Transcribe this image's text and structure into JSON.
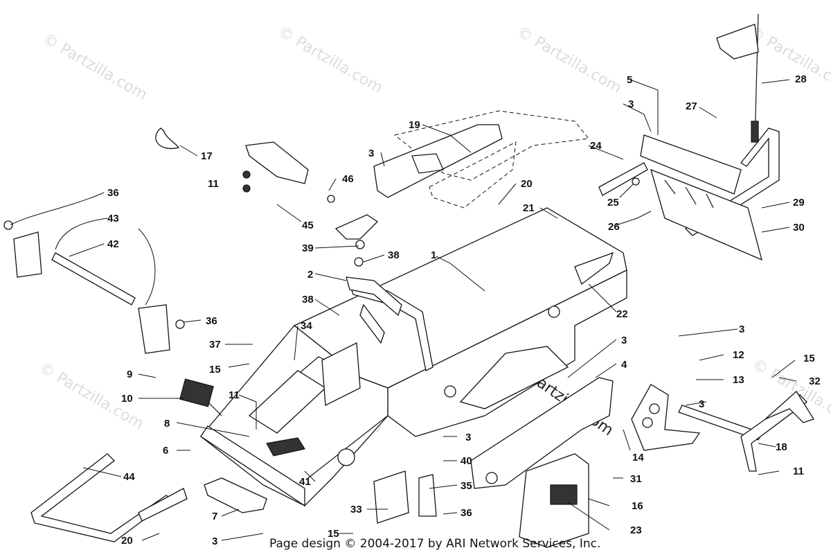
{
  "watermark": "© Partzilla.com",
  "center_watermark": "© Partzilla.com",
  "footer": "Page design © 2004-2017 by ARI Network Services, Inc.",
  "callouts": [
    {
      "id": "c1",
      "label": "1"
    },
    {
      "id": "c2",
      "label": "2"
    },
    {
      "id": "c3a",
      "label": "3"
    },
    {
      "id": "c3b",
      "label": "3"
    },
    {
      "id": "c3c",
      "label": "3"
    },
    {
      "id": "c3d",
      "label": "3"
    },
    {
      "id": "c3e",
      "label": "3"
    },
    {
      "id": "c3f",
      "label": "3"
    },
    {
      "id": "c3g",
      "label": "3"
    },
    {
      "id": "c4",
      "label": "4"
    },
    {
      "id": "c5",
      "label": "5"
    },
    {
      "id": "c6",
      "label": "6"
    },
    {
      "id": "c7",
      "label": "7"
    },
    {
      "id": "c8",
      "label": "8"
    },
    {
      "id": "c9",
      "label": "9"
    },
    {
      "id": "c10",
      "label": "10"
    },
    {
      "id": "c11a",
      "label": "11"
    },
    {
      "id": "c11b",
      "label": "11"
    },
    {
      "id": "c11c",
      "label": "11"
    },
    {
      "id": "c12",
      "label": "12"
    },
    {
      "id": "c13",
      "label": "13"
    },
    {
      "id": "c14",
      "label": "14"
    },
    {
      "id": "c15a",
      "label": "15"
    },
    {
      "id": "c15b",
      "label": "15"
    },
    {
      "id": "c15c",
      "label": "15"
    },
    {
      "id": "c16",
      "label": "16"
    },
    {
      "id": "c17",
      "label": "17"
    },
    {
      "id": "c18",
      "label": "18"
    },
    {
      "id": "c19",
      "label": "19"
    },
    {
      "id": "c20a",
      "label": "20"
    },
    {
      "id": "c20b",
      "label": "20"
    },
    {
      "id": "c21",
      "label": "21"
    },
    {
      "id": "c22",
      "label": "22"
    },
    {
      "id": "c23",
      "label": "23"
    },
    {
      "id": "c24",
      "label": "24"
    },
    {
      "id": "c25",
      "label": "25"
    },
    {
      "id": "c26",
      "label": "26"
    },
    {
      "id": "c27",
      "label": "27"
    },
    {
      "id": "c28",
      "label": "28"
    },
    {
      "id": "c29",
      "label": "29"
    },
    {
      "id": "c30",
      "label": "30"
    },
    {
      "id": "c31",
      "label": "31"
    },
    {
      "id": "c32",
      "label": "32"
    },
    {
      "id": "c33",
      "label": "33"
    },
    {
      "id": "c34",
      "label": "34"
    },
    {
      "id": "c35",
      "label": "35"
    },
    {
      "id": "c36a",
      "label": "36"
    },
    {
      "id": "c36b",
      "label": "36"
    },
    {
      "id": "c36c",
      "label": "36"
    },
    {
      "id": "c37",
      "label": "37"
    },
    {
      "id": "c38a",
      "label": "38"
    },
    {
      "id": "c38b",
      "label": "38"
    },
    {
      "id": "c39",
      "label": "39"
    },
    {
      "id": "c40",
      "label": "40"
    },
    {
      "id": "c41",
      "label": "41"
    },
    {
      "id": "c42",
      "label": "42"
    },
    {
      "id": "c43",
      "label": "43"
    },
    {
      "id": "c44",
      "label": "44"
    },
    {
      "id": "c45",
      "label": "45"
    },
    {
      "id": "c46",
      "label": "46"
    }
  ]
}
